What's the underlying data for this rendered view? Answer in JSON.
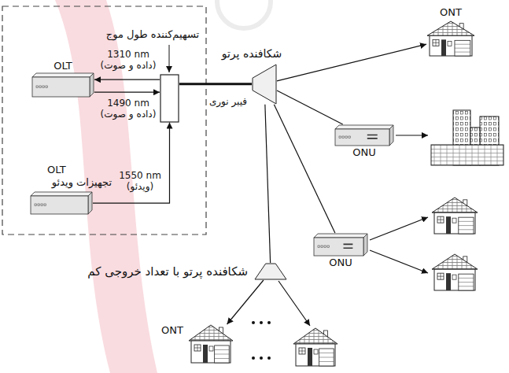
{
  "diagram": {
    "nodes": [
      {
        "text": [
          "OLT"
        ]
      },
      {
        "text": [
          "OLT",
          "تجهیزات ویدئو"
        ]
      },
      {
        "text": [
          "تسهیم‌کننده طول موج"
        ]
      },
      {
        "text": [
          "شکافنده پرتو"
        ]
      },
      {
        "text": [
          "ONT"
        ]
      },
      {
        "text": [
          "ONU"
        ]
      },
      {
        "text": [
          "ONU"
        ]
      },
      {
        "text": [
          "شکافنده پرتو با تعداد خروجی کم"
        ]
      },
      {
        "text": [
          "ONT"
        ]
      }
    ],
    "edges": [
      {
        "from": 2,
        "to": 0,
        "arrow": "to",
        "label": "1310 nm (داده و صوت)"
      },
      {
        "from": 0,
        "to": 2,
        "arrow": "to",
        "label": "1490 nm (داده و صوت)"
      },
      {
        "from": 1,
        "to": 2,
        "arrow": "to",
        "label": "1550 nm (ویدئو)"
      },
      {
        "from": 2,
        "to": 3,
        "arrow": "none",
        "label": "فیبر نوری"
      },
      {
        "from": 3,
        "to": 4,
        "arrow": "to"
      },
      {
        "from": 3,
        "to": 5,
        "arrow": "none"
      },
      {
        "from": 3,
        "to": 6,
        "arrow": "none"
      },
      {
        "from": 3,
        "to": 7,
        "arrow": "none"
      },
      {
        "from": 7,
        "to": 8,
        "arrow": "to"
      }
    ]
  }
}
